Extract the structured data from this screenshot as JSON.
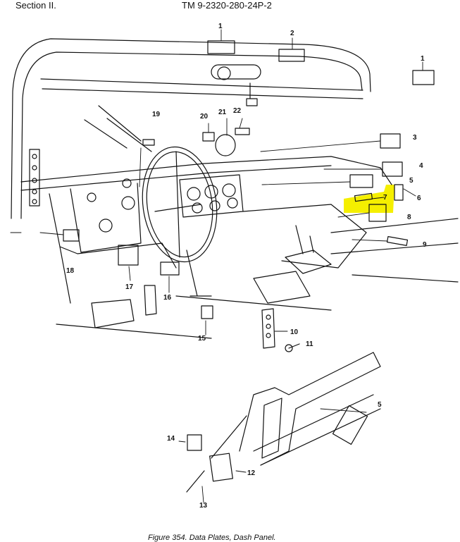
{
  "header": {
    "section": "Section II.",
    "tm_number": "TM 9-2320-280-24P-2"
  },
  "figure": {
    "caption": "Figure 354. Data Plates, Dash Panel.",
    "highlight_color": "#f5ef00",
    "callouts": {
      "c1a": "1",
      "c1b": "1",
      "c2": "2",
      "c3": "3",
      "c4": "4",
      "c5a": "5",
      "c5b": "5",
      "c6": "6",
      "c7": "7",
      "c8": "8",
      "c9": "9",
      "c10": "10",
      "c11": "11",
      "c12": "12",
      "c13": "13",
      "c14": "14",
      "c15": "15",
      "c16": "16",
      "c17": "17",
      "c18": "18",
      "c19": "19",
      "c20": "20",
      "c21": "21",
      "c22": "22"
    }
  }
}
